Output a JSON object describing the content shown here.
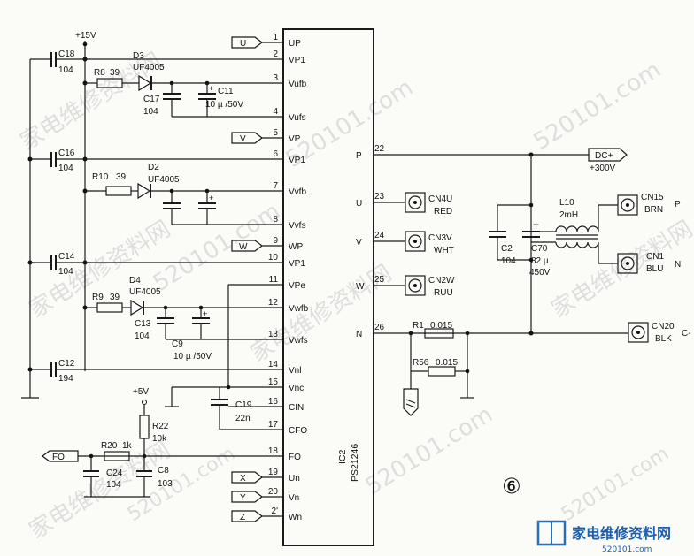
{
  "ic": {
    "ref": "IC2",
    "part": "PS21246",
    "left_pins": [
      {
        "num": "1",
        "name": "UP"
      },
      {
        "num": "2",
        "name": "VP1"
      },
      {
        "num": "3",
        "name": "Vufb"
      },
      {
        "num": "4",
        "name": "Vufs"
      },
      {
        "num": "5",
        "name": "VP"
      },
      {
        "num": "6",
        "name": "VP1"
      },
      {
        "num": "7",
        "name": "Vvfb"
      },
      {
        "num": "8",
        "name": "Vvfs"
      },
      {
        "num": "9",
        "name": "WP"
      },
      {
        "num": "10",
        "name": "VP1"
      },
      {
        "num": "11",
        "name": "VPe"
      },
      {
        "num": "12",
        "name": "Vwfb"
      },
      {
        "num": "13",
        "name": "Vwfs"
      },
      {
        "num": "14",
        "name": "Vnl"
      },
      {
        "num": "15",
        "name": "Vnc"
      },
      {
        "num": "16",
        "name": "CIN"
      },
      {
        "num": "17",
        "name": "CFO"
      },
      {
        "num": "18",
        "name": "FO"
      },
      {
        "num": "19",
        "name": "Un"
      },
      {
        "num": "20",
        "name": "Vn"
      },
      {
        "num": "2'",
        "name": "Wn"
      }
    ],
    "right_pins": [
      {
        "num": "22",
        "name": "P"
      },
      {
        "num": "23",
        "name": "U"
      },
      {
        "num": "24",
        "name": "V"
      },
      {
        "num": "25",
        "name": "W"
      },
      {
        "num": "26",
        "name": "N"
      }
    ]
  },
  "ports": {
    "u": "U",
    "v": "V",
    "w": "W",
    "fo": "FO",
    "x": "X",
    "y": "Y",
    "z": "Z",
    "dc": "DC+"
  },
  "supplies": {
    "p15": "+15V",
    "p5": "+5V",
    "p300": "+300V"
  },
  "components": {
    "c18": "C18",
    "c18v": "104",
    "c16": "C16",
    "c16v": "104",
    "c14": "C14",
    "c14v": "104",
    "c12": "C12",
    "c12v": "194",
    "r8": "R8",
    "r8v": "39",
    "r10": "R10",
    "r10v": "39",
    "r9": "R9",
    "r9v": "39",
    "d3": "D3",
    "d3v": "UF4005",
    "d2": "D2",
    "d2v": "UF4005",
    "d4": "D4",
    "d4v": "UF4005",
    "c17": "C17",
    "c17v": "104",
    "c11": "C11",
    "c11v": "10 µ /50V",
    "c13": "C13",
    "c13v": "104",
    "c9": "C9",
    "c9v": "10 µ /50V",
    "c19": "C19",
    "c19v": "22n",
    "r22": "R22",
    "r22v": "10k",
    "r20": "R20",
    "r20v": "1k",
    "c24": "C24",
    "c24v": "104",
    "c8": "C8",
    "c8v": "103",
    "r1": "R1",
    "r1v": "0.015",
    "r56": "R56",
    "r56v": "0.015",
    "c2": "C2",
    "c2v": "104",
    "c70": "C70",
    "c70v": "82 µ",
    "c70r": "450V",
    "l10": "L10",
    "l10v": "2mH"
  },
  "connectors": {
    "cn4u": "CN4U",
    "cn4u_c": "RED",
    "cn3v": "CN3V",
    "cn3v_c": "WHT",
    "cn2w": "CN2W",
    "cn2w_c": "RUU",
    "cn15": "CN15",
    "cn15_c": "BRN",
    "cn1": "CN1",
    "cn1_c": "BLU",
    "cn20": "CN20",
    "cn20_c": "BLK",
    "lbl_p": "P",
    "lbl_n": "N",
    "lbl_cm": "C-"
  },
  "figure_number": "⑥",
  "watermark": {
    "brand": "家电维修资料网",
    "url": "520101.com"
  }
}
